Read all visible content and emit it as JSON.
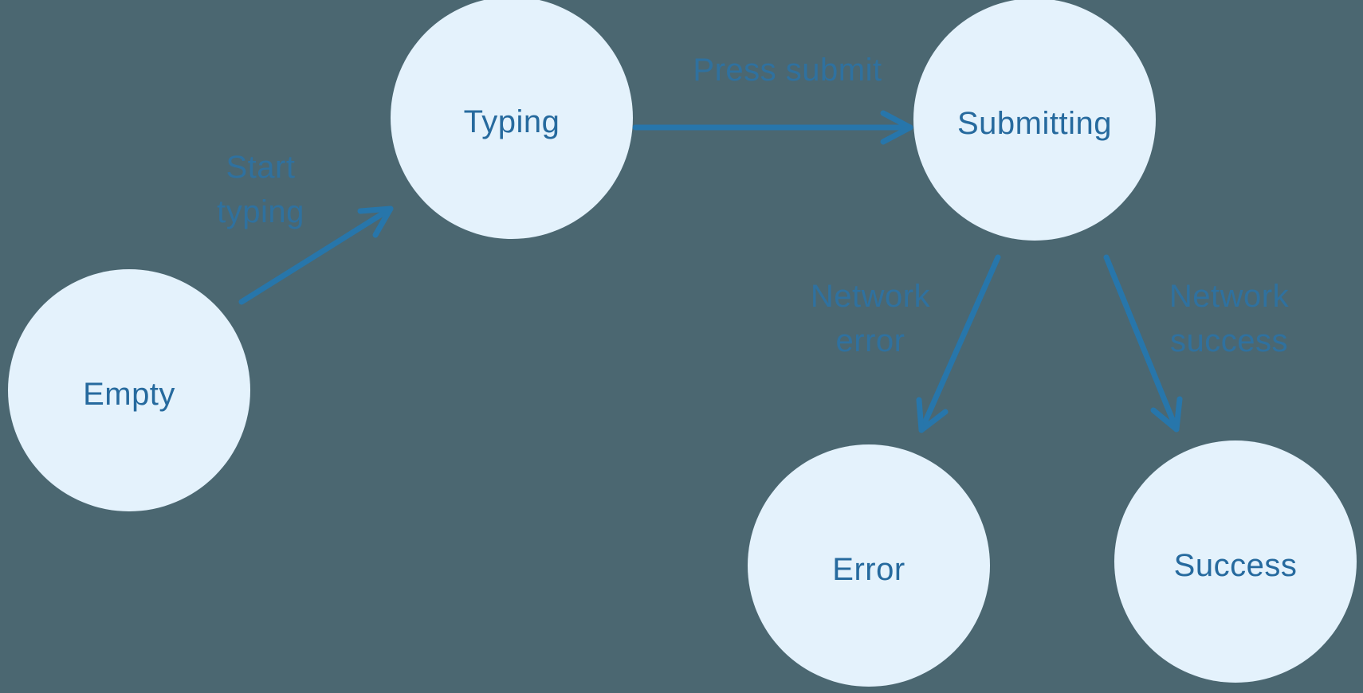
{
  "diagram": {
    "type": "state-machine",
    "colors": {
      "background": "#4b6771",
      "node_fill": "#e4f2fc",
      "node_text": "#266a9e",
      "edge_label_text": "#2f719f",
      "arrow": "#2776ab"
    },
    "nodes": [
      {
        "id": "empty",
        "label": "Empty"
      },
      {
        "id": "typing",
        "label": "Typing"
      },
      {
        "id": "submitting",
        "label": "Submitting"
      },
      {
        "id": "error",
        "label": "Error"
      },
      {
        "id": "success",
        "label": "Success"
      }
    ],
    "edges": [
      {
        "from": "empty",
        "to": "typing",
        "label": "Start typing"
      },
      {
        "from": "typing",
        "to": "submitting",
        "label": "Press submit"
      },
      {
        "from": "submitting",
        "to": "error",
        "label": "Network error"
      },
      {
        "from": "submitting",
        "to": "success",
        "label": "Network success"
      }
    ]
  }
}
